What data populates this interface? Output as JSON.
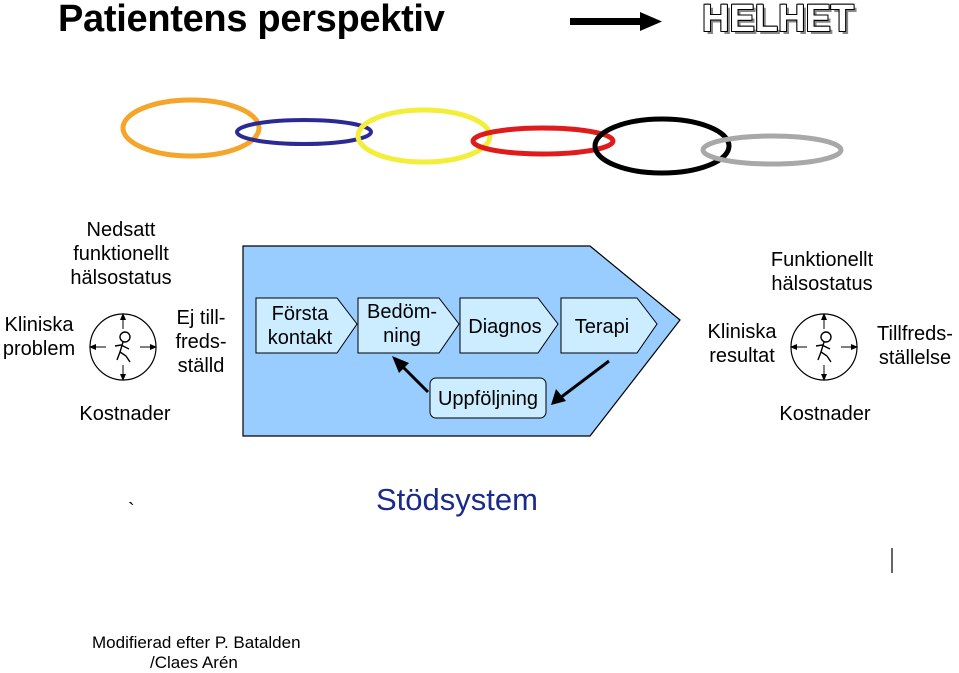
{
  "header": {
    "title": "Patientens perspektiv",
    "target": "HELHET"
  },
  "left_patient": {
    "top_label_lines": [
      "Nedsatt",
      "funktionellt",
      "hälsostatus"
    ],
    "left_label_lines": [
      "Kliniska",
      "problem"
    ],
    "right_label_lines": [
      "Ej till-",
      "freds-",
      "ställd"
    ],
    "bottom_label": "Kostnader"
  },
  "process": {
    "steps": [
      {
        "lines": [
          "Första",
          "kontakt"
        ]
      },
      {
        "lines": [
          "Bedöm-",
          "ning"
        ]
      },
      {
        "lines": [
          "Diagnos"
        ]
      },
      {
        "lines": [
          "Terapi"
        ]
      }
    ],
    "followup": "Uppföljning",
    "fill_color": "#99ccff",
    "box_color": "#ccecff"
  },
  "right_patient": {
    "top_label_lines": [
      "Funktionellt",
      "hälsostatus"
    ],
    "left_label_lines": [
      "Kliniska",
      "resultat"
    ],
    "right_label_lines": [
      "Tillfreds-",
      "ställelse"
    ],
    "bottom_label": "Kostnader"
  },
  "rings": {
    "colors": [
      "#f4a52a",
      "#2b2a94",
      "#f2ee3a",
      "#e01b1b",
      "#000000",
      "#a8a8a8"
    ]
  },
  "support_system": "Stödsystem",
  "stray_mark": "`",
  "credit": {
    "line1": "Modifierad efter  P. Batalden",
    "line2": "/Claes Arén"
  }
}
